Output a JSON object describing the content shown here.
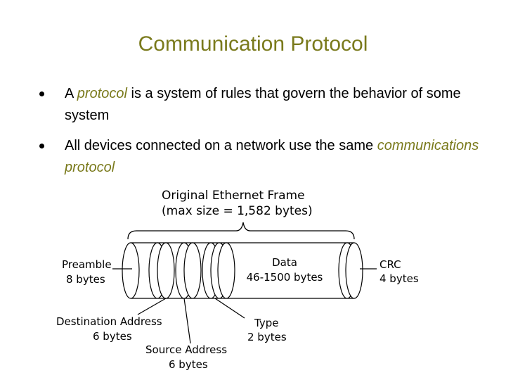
{
  "slide": {
    "title": "Communication Protocol",
    "bullets": [
      {
        "pre": "A ",
        "em": "protocol",
        "post": " is a system of rules that govern the behavior of some system"
      },
      {
        "pre": "All devices connected on a network use the same ",
        "em": "communications protocol",
        "post": ""
      }
    ]
  },
  "diagram": {
    "frame_title_line1": "Original Ethernet Frame",
    "frame_title_line2": "(max size = 1,582 bytes)",
    "preamble_line1": "Preamble",
    "preamble_line2": "8 bytes",
    "data_line1": "Data",
    "data_line2": "46-1500 bytes",
    "crc_line1": "CRC",
    "crc_line2": "4 bytes",
    "dest_line1": "Destination Address",
    "dest_line2": "6 bytes",
    "type_line1": "Type",
    "type_line2": "2 bytes",
    "source_line1": "Source Address",
    "source_line2": "6 bytes"
  }
}
